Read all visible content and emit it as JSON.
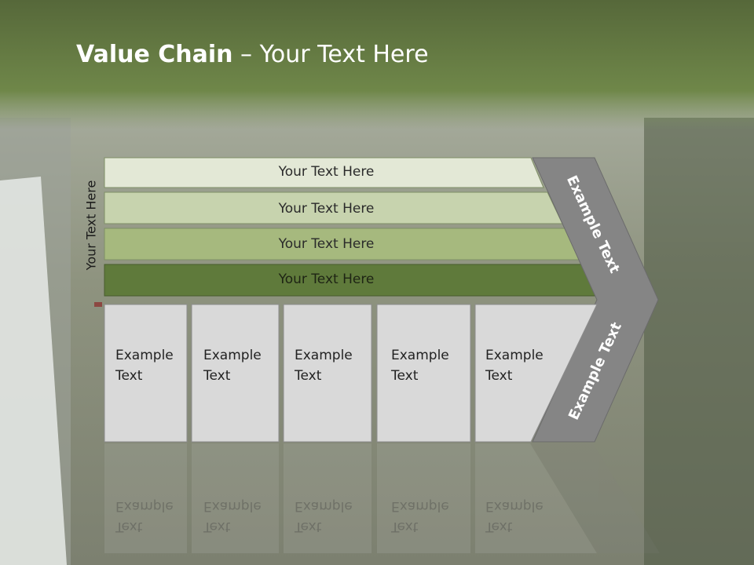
{
  "slide": {
    "title_bold": "Value Chain",
    "title_rest": " – Your Text Here",
    "side_label": "Your Text Here"
  },
  "rows": [
    {
      "label": "Your Text Here",
      "fill": "#e3e8d6"
    },
    {
      "label": "Your Text Here",
      "fill": "#c7d3ae"
    },
    {
      "label": "Your Text Here",
      "fill": "#a6b97e"
    },
    {
      "label": "Your Text Here",
      "fill": "#5f7a3b"
    }
  ],
  "boxes": [
    {
      "line1": "Example",
      "line2": "Text"
    },
    {
      "line1": "Example",
      "line2": "Text"
    },
    {
      "line1": "Example",
      "line2": "Text"
    },
    {
      "line1": "Example",
      "line2": "Text"
    },
    {
      "line1": "Example",
      "line2": "Text"
    }
  ],
  "chevron": {
    "upper_label": "Example Text",
    "lower_label": "Example Text",
    "fill": "#858585"
  },
  "colors": {
    "header_green": "#5b6e38",
    "box_fill": "#d9d9d9"
  }
}
